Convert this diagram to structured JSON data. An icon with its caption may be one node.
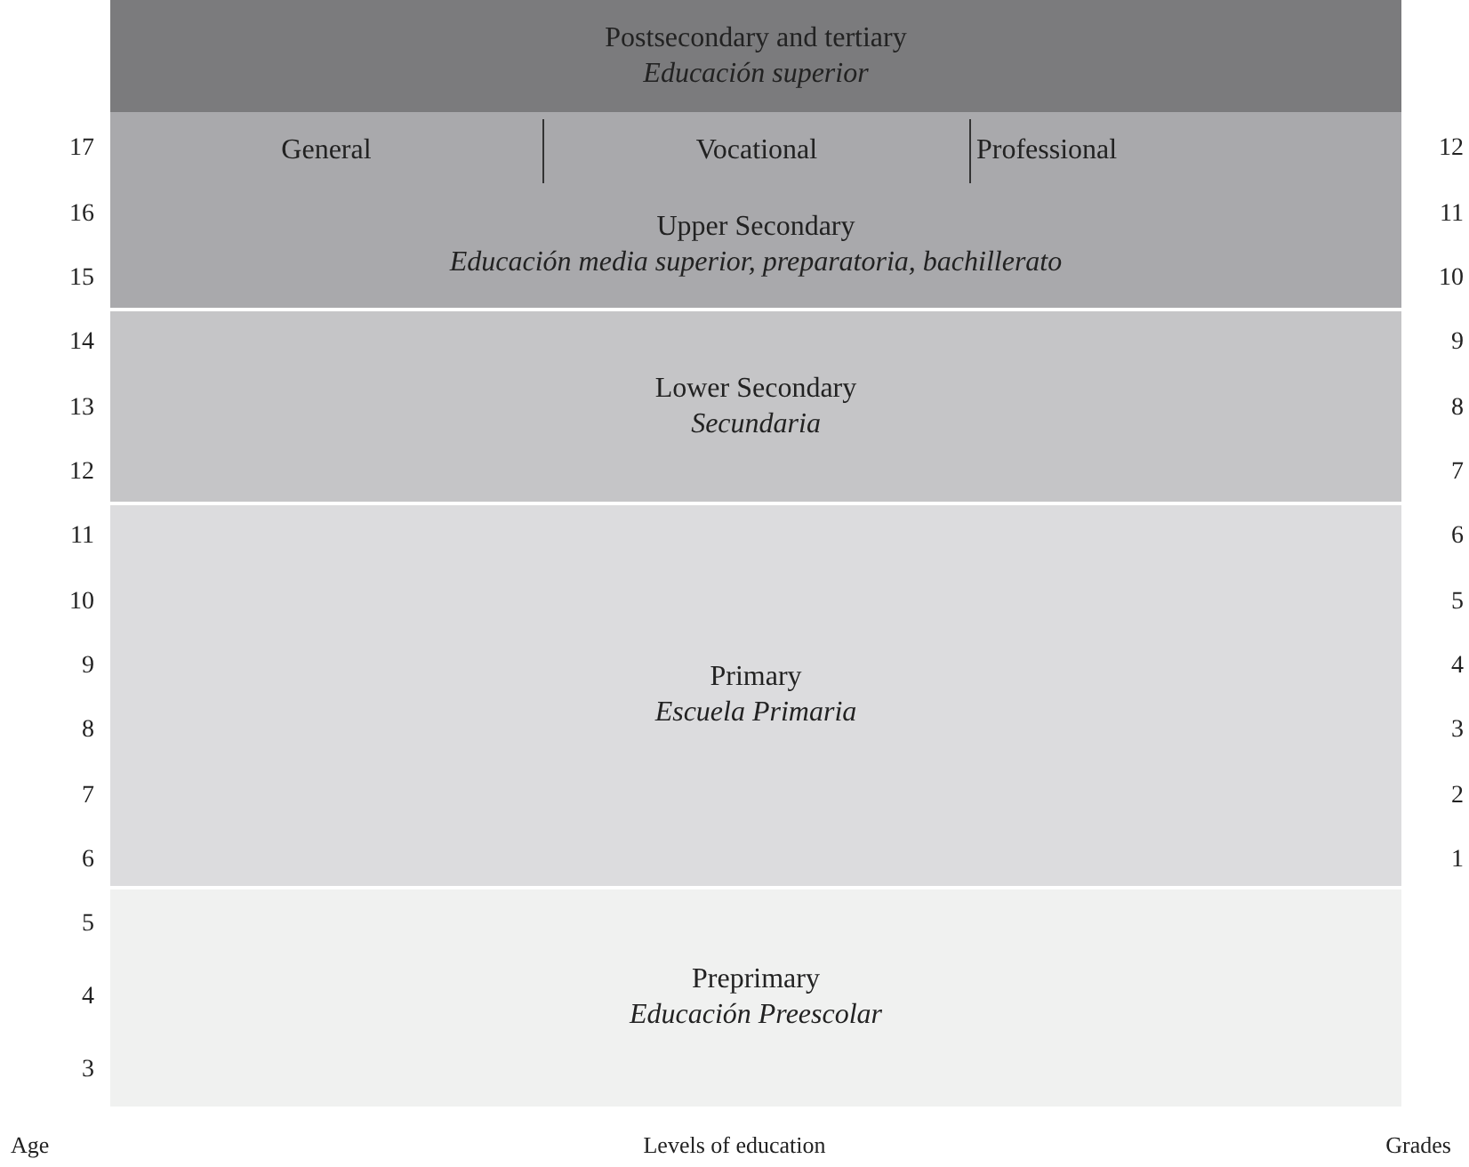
{
  "diagram": {
    "nodes": [
      {
        "text": [
          "Postsecondary and tertiary",
          "Educación superior"
        ]
      },
      {
        "text": [
          "Upper Secondary",
          "Educación media superior, preparatoria, bachillerato"
        ]
      },
      {
        "text": [
          "General"
        ],
        "in": 1
      },
      {
        "text": [
          "Vocational"
        ],
        "in": 1
      },
      {
        "text": [
          "Professional"
        ],
        "in": 1
      },
      {
        "text": [
          "Lower Secondary",
          "Secundaria"
        ]
      },
      {
        "text": [
          "Primary",
          "Escuela Primaria"
        ]
      },
      {
        "text": [
          "Preprimary",
          "Educación Preescolar"
        ]
      }
    ],
    "labels": [
      "17",
      "16",
      "15",
      "14",
      "13",
      "12",
      "11",
      "10",
      "9",
      "8",
      "7",
      "6",
      "5",
      "4",
      "3",
      "12",
      "11",
      "10",
      "9",
      "8",
      "7",
      "6",
      "5",
      "4",
      "3",
      "2",
      "1",
      "Age",
      "Levels of education",
      "Grades"
    ]
  }
}
